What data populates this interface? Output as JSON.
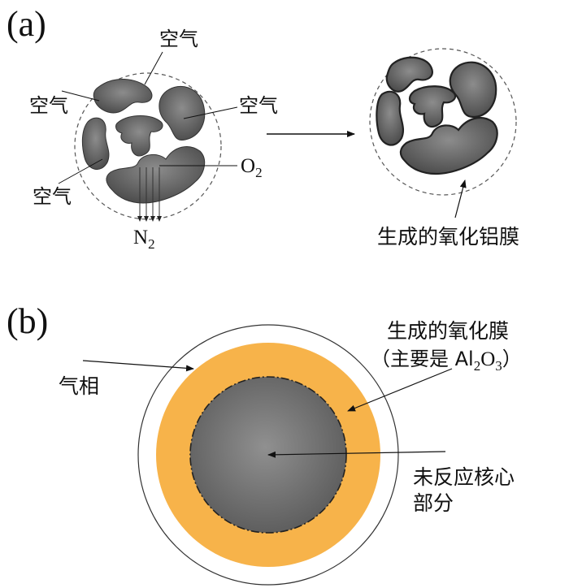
{
  "panel_a": {
    "label": "(a)",
    "air_label_top": "空气",
    "air_label_left": "空气",
    "air_label_right": "空气",
    "air_label_bottom": "空气",
    "o2": {
      "base": "O",
      "sub": "2"
    },
    "n2": {
      "base": "N",
      "sub": "2"
    },
    "film_label": "生成的氧化铝膜"
  },
  "panel_b": {
    "label": "(b)",
    "gas_phase_label": "气相",
    "oxide_label_line1": "生成的氧化膜",
    "oxide_label_line2": {
      "prefix": "（主要是  Al",
      "sub1": "2",
      "mid": "O",
      "sub2": "3",
      "suffix": "）"
    },
    "core_label_line1": "未反应核心",
    "core_label_line2": "部分"
  },
  "colors": {
    "particle_fill": "#6b6b6b",
    "oxide_layer": "#f7b34a",
    "core_fill": "#6e6e6e",
    "outline": "#333333"
  }
}
